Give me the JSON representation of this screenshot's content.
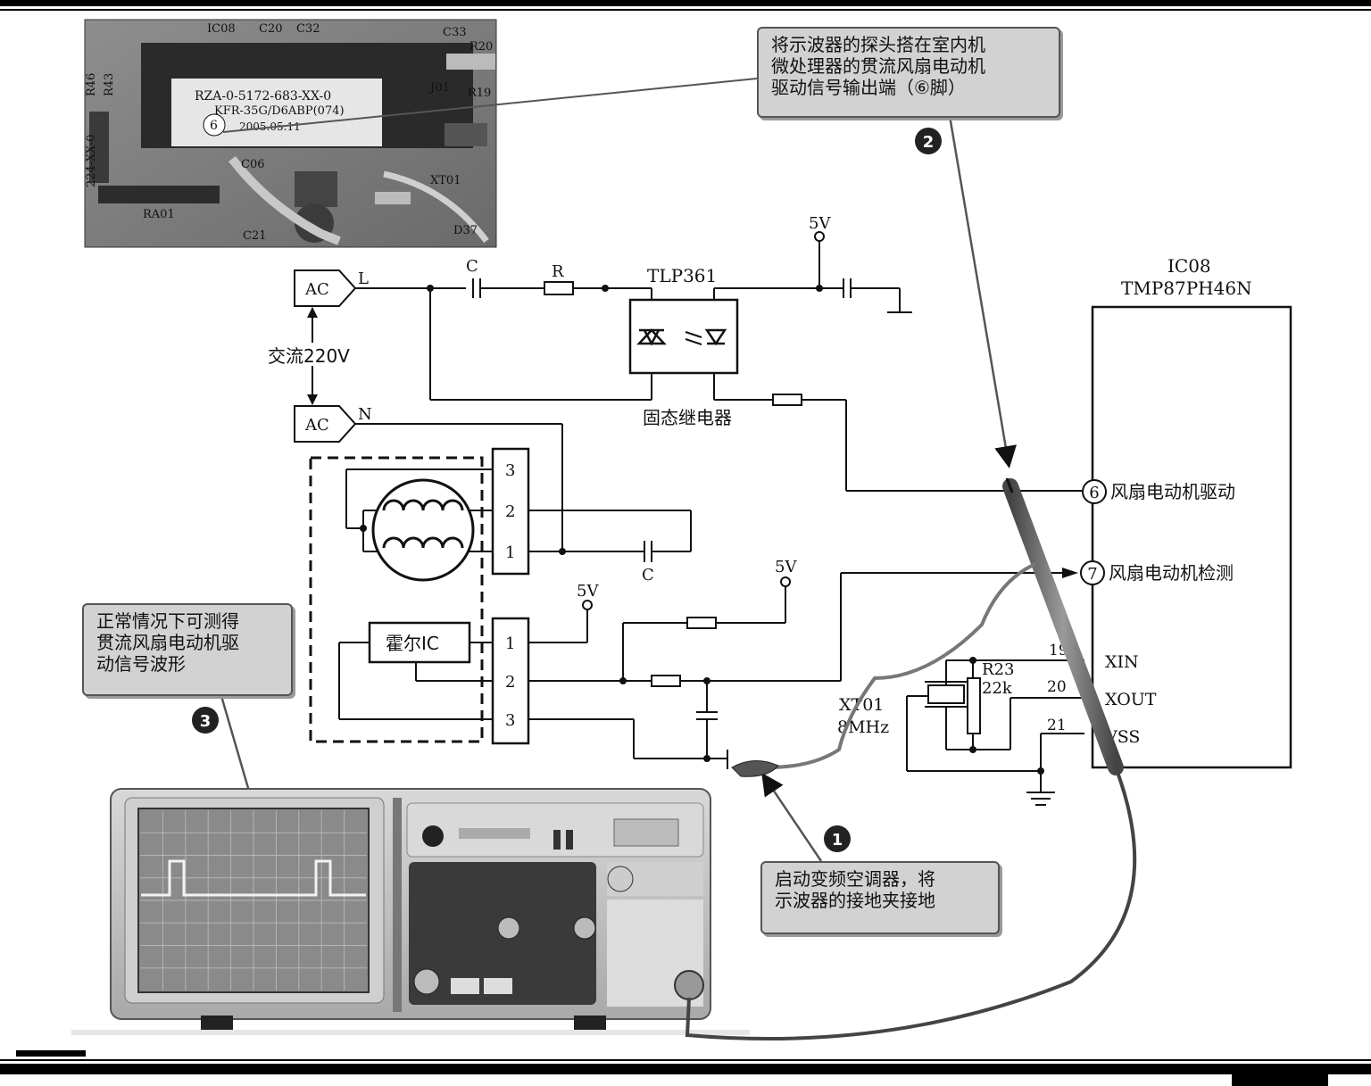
{
  "photo": {
    "labels": {
      "ic08": "IC08",
      "c20": "C20",
      "c32": "C32",
      "c33": "C33",
      "r20": "R20",
      "r46": "R46",
      "r43": "R43",
      "j01": "J01",
      "r19": "R19",
      "chip_line1": "RZA-0-5172-683-XX-0",
      "chip_line2": "KFR-35G/D6ABP(074)",
      "chip_date": "2005.05.11",
      "pin6": "6",
      "c06": "C06",
      "xt01": "XT01",
      "ra01": "RA01",
      "c21": "C21",
      "d37": "D37",
      "side": "224-XX-0"
    }
  },
  "callouts": {
    "probe": "将示波器的探头搭在室内机\n微处理器的贯流风扇电动机\n驱动信号输出端（⑥脚）",
    "ground": "启动变频空调器，将\n示波器的接地夹接地",
    "waveform": "正常情况下可测得\n贯流风扇电动机驱\n动信号波形"
  },
  "steps": [
    "1",
    "2",
    "3"
  ],
  "circuit": {
    "ac": "AC",
    "l": "L",
    "n": "N",
    "ac_voltage": "交流220V",
    "cap_c": "C",
    "res_r": "R",
    "tlp": "TLP361",
    "v5": "5V",
    "relay": "固态继电器",
    "motor_pins": [
      "3",
      "2",
      "1"
    ],
    "hall_pins": [
      "1",
      "2",
      "3"
    ],
    "hall_ic": "霍尔IC",
    "cap_c2": "C",
    "xt01": "XT01",
    "xt_freq": "8MHz",
    "r23": "R23",
    "r23_val": "22k"
  },
  "ic": {
    "name": "IC08",
    "part": "TMP87PH46N",
    "pin6_num": "6",
    "pin6_label": "风扇电动机驱动",
    "pin7_num": "7",
    "pin7_label": "风扇电动机检测",
    "pin19": "19",
    "xin": "XIN",
    "pin20": "20",
    "xout": "XOUT",
    "pin21": "21",
    "vss": "VSS"
  }
}
